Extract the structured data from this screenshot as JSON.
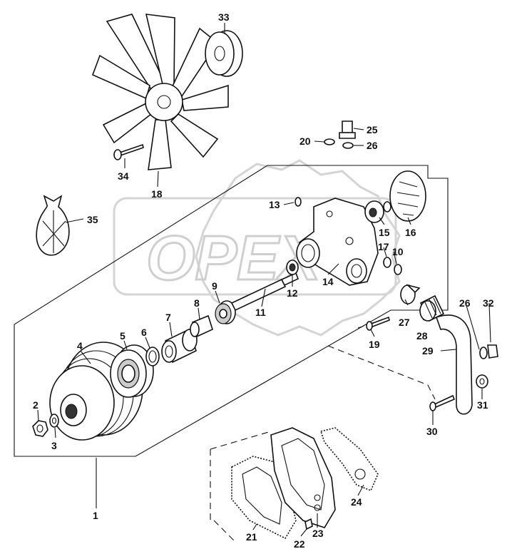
{
  "watermark": {
    "text": "OPEX"
  },
  "callouts": {
    "p1": "1",
    "p2": "2",
    "p3": "3",
    "p4": "4",
    "p5": "5",
    "p6": "6",
    "p7": "7",
    "p8": "8",
    "p9": "9",
    "p10": "10",
    "p11": "11",
    "p12": "12",
    "p13": "13",
    "p14": "14",
    "p15": "15",
    "p16": "16",
    "p17": "17",
    "p18": "18",
    "p19": "19",
    "p20": "20",
    "p21": "21",
    "p22": "22",
    "p23": "23",
    "p24": "24",
    "p25": "25",
    "p26a": "26",
    "p26b": "26",
    "p27": "27",
    "p28": "28",
    "p29": "29",
    "p30": "30",
    "p31": "31",
    "p32": "32",
    "p33": "33",
    "p34": "34",
    "p35": "35"
  }
}
